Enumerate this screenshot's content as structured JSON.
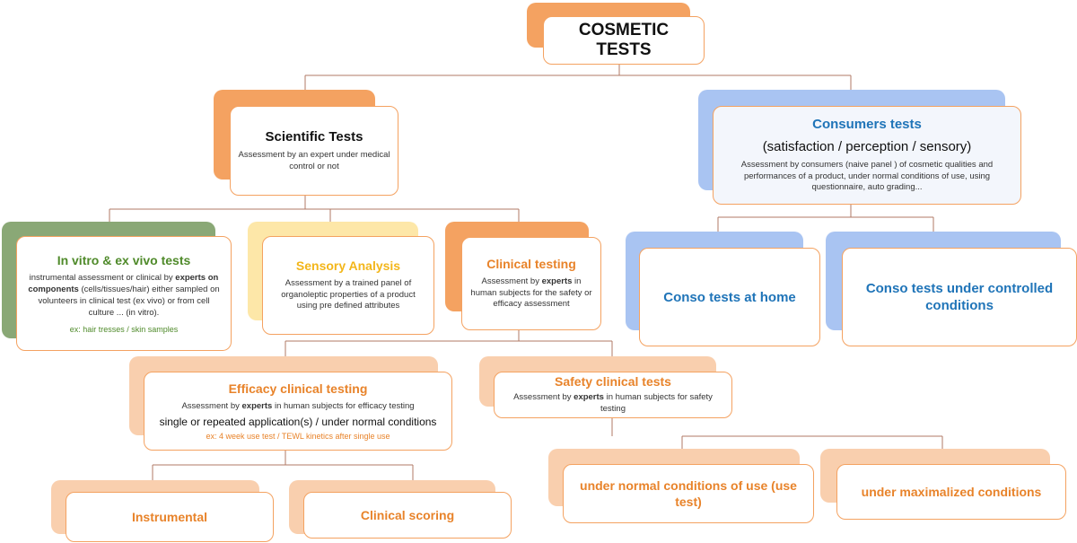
{
  "root": {
    "title": "COSMETIC TESTS"
  },
  "scientific": {
    "title": "Scientific Tests",
    "desc": "Assessment by an expert under medical control or not"
  },
  "consumers": {
    "title": "Consumers tests",
    "subtitle": "(satisfaction / perception / sensory)",
    "desc": "Assessment by consumers (naive panel ) of cosmetic qualities and performances  of a product, under normal conditions of use, using questionnaire, auto grading..."
  },
  "invitro": {
    "title": "In vitro & ex vivo tests",
    "desc_pre": "instrumental assessment or clinical by ",
    "desc_bold": "experts on components",
    "desc_post": " (cells/tissues/hair) either sampled on volunteers in clinical test (ex vivo) or from cell culture ... (in vitro).",
    "example": "ex: hair tresses / skin samples"
  },
  "sensory": {
    "title": "Sensory Analysis",
    "desc": "Assessment by a trained panel  of organoleptic properties of a product using pre defined attributes"
  },
  "clinical": {
    "title": "Clinical testing",
    "desc_pre": "Assessment by ",
    "desc_bold": "experts",
    "desc_post": " in human subjects for the safety or efficacy assessment"
  },
  "efficacy": {
    "title": "Efficacy clinical testing",
    "desc_pre": "Assessment by ",
    "desc_bold": "experts",
    "desc_post": " in human subjects for efficacy testing",
    "subtitle": "single or repeated application(s) / under normal conditions",
    "example": "ex: 4 week use test / TEWL kinetics after single use"
  },
  "safety": {
    "title": "Safety clinical tests",
    "desc_pre": "Assessment by ",
    "desc_bold": "experts",
    "desc_post": " in human subjects for safety testing"
  },
  "home": {
    "title": "Conso tests at home"
  },
  "controlled": {
    "title": "Conso tests under controlled conditions"
  },
  "instrumental": {
    "title": "Instrumental"
  },
  "scoring": {
    "title": "Clinical scoring"
  },
  "normaluse": {
    "title": "under normal conditions of use (use test)"
  },
  "maximalized": {
    "title": "under maximalized conditions"
  },
  "colors": {
    "orange": "#f4a261",
    "orange_light": "#f9cfae",
    "blue": "#a9c4f2",
    "green": "#8aa876",
    "yellow": "#fde7a8",
    "text_orange": "#e8832a",
    "text_blue": "#1f74b8",
    "text_green": "#4f8a2a",
    "text_yellow": "#f3b61a",
    "line": "#b07a66"
  }
}
